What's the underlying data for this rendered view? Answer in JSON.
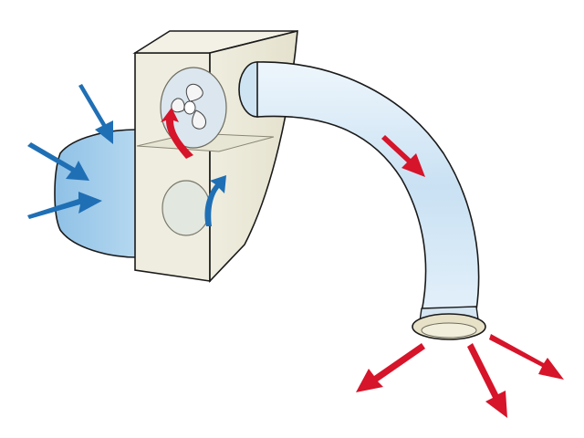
{
  "diagram": {
    "type": "airflow-illustration",
    "components": [
      "intake-filter",
      "fan-housing",
      "fan",
      "flexible-duct",
      "duct-outlet"
    ],
    "arrows": {
      "intake": {
        "count": 3,
        "color": "#1f6fb5"
      },
      "internal_up": {
        "count": 1,
        "color": "#1f6fb5"
      },
      "fan_discharge": {
        "count": 1,
        "color": "#d6142a"
      },
      "duct_flow": {
        "count": 1,
        "color": "#d6142a"
      },
      "outlet": {
        "count": 3,
        "color": "#d6142a"
      }
    },
    "colors": {
      "filter_fill": "#9cc9ea",
      "housing_fill": "#eceadb",
      "duct_fill": "#d3e7f5",
      "outline": "#1a1a1a",
      "cold_air": "#1f6fb5",
      "warm_air": "#d6142a"
    }
  }
}
